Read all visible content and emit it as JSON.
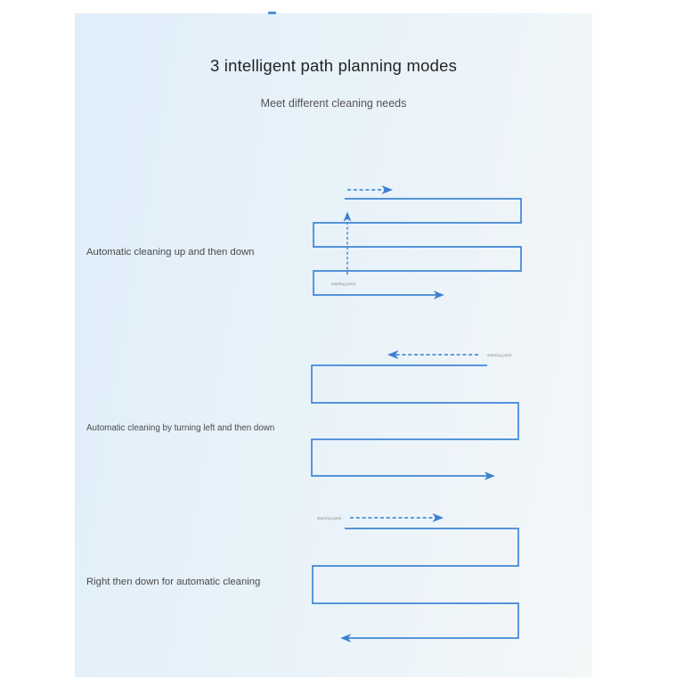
{
  "header": {
    "title": "3 intelligent path planning modes",
    "subtitle": "Meet different cleaning needs"
  },
  "modes": [
    {
      "id": "up-then-down",
      "label": "Automatic cleaning up and then down",
      "starting_point": "starting point"
    },
    {
      "id": "turn-left-then-down",
      "label": "Automatic cleaning by turning left and then down",
      "starting_point": "starting point"
    },
    {
      "id": "right-then-down",
      "label": "Right then down for automatic cleaning",
      "starting_point": "starting point"
    }
  ],
  "colors": {
    "path_stroke": "#3f86d6",
    "dashed_stroke": "#4a8fd8",
    "arrowhead": "#3b7fd2",
    "panel_gradient_left": "#dfeefa",
    "panel_gradient_right": "#f4f7f8",
    "title_text": "#242424",
    "subtitle_text": "#555555",
    "label_text": "#4a4a4a",
    "starting_point_text": "#8b9096",
    "top_fragment": "#4a90d9"
  }
}
